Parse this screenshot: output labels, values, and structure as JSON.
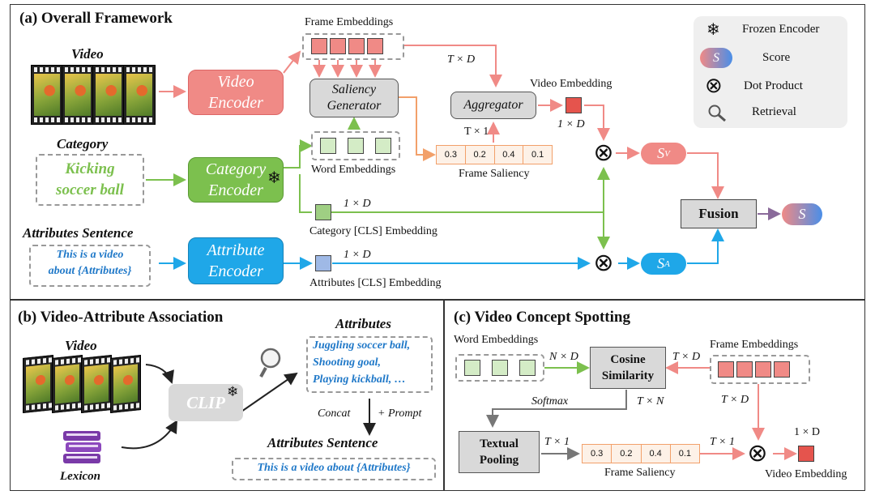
{
  "panels": {
    "a_title": "(a) Overall Framework",
    "b_title": "(b) Video-Attribute Association",
    "c_title": "(c) Video Concept Spotting"
  },
  "a": {
    "video_label": "Video",
    "category_label": "Category",
    "category_text_1": "Kicking",
    "category_text_2": "soccer ball",
    "attr_sentence_label": "Attributes Sentence",
    "attr_text_1": "This is a video",
    "attr_text_2": "about {Attributes}",
    "video_encoder_1": "Video",
    "video_encoder_2": "Encoder",
    "category_encoder_1": "Category",
    "category_encoder_2": "Encoder",
    "attribute_encoder_1": "Attribute",
    "attribute_encoder_2": "Encoder",
    "frame_embeddings": "Frame Embeddings",
    "saliency_generator_1": "Saliency",
    "saliency_generator_2": "Generator",
    "word_embeddings": "Word Embeddings",
    "aggregator": "Aggregator",
    "video_embedding": "Video Embedding",
    "dim_TxD": "T × D",
    "dim_Tx1": "T × 1",
    "dim_1xD_video": "1 × D",
    "dim_1xD_cat": "1 × D",
    "dim_1xD_attr": "1 × D",
    "frame_saliency": "Frame Saliency",
    "saliency_values": [
      "0.3",
      "0.2",
      "0.4",
      "0.1"
    ],
    "category_cls": "Category [CLS] Embedding",
    "attributes_cls": "Attributes [CLS] Embedding",
    "sv": "S",
    "sv_sub": "V",
    "sa": "S",
    "sa_sub": "A",
    "fusion": "Fusion",
    "s_out": "S"
  },
  "legend": {
    "frozen": "Frozen Encoder",
    "score_symbol": "S",
    "score": "Score",
    "dot": "Dot Product",
    "retrieval": "Retrieval"
  },
  "b": {
    "video_label": "Video",
    "lexicon_label": "Lexicon",
    "clip": "CLIP",
    "attributes_title": "Attributes",
    "attr_line_1": "Juggling soccer ball,",
    "attr_line_2": "Shooting goal,",
    "attr_line_3": "Playing kickball, …",
    "concat": "Concat",
    "prompt": "+ Prompt",
    "attr_sentence_title": "Attributes Sentence",
    "attr_sentence_text": "This is a video about {Attributes}"
  },
  "c": {
    "word_embeddings": "Word Embeddings",
    "frame_embeddings": "Frame Embeddings",
    "cosine_1": "Cosine",
    "cosine_2": "Similarity",
    "dim_NxD": "N × D",
    "dim_TxD_1": "T × D",
    "dim_TxD_2": "T × D",
    "softmax": "Softmax",
    "dim_TxN": "T × N",
    "textual_1": "Textual",
    "textual_2": "Pooling",
    "dim_Tx1_a": "T × 1",
    "dim_Tx1_b": "T × 1",
    "saliency_values": [
      "0.3",
      "0.2",
      "0.4",
      "0.1"
    ],
    "frame_saliency": "Frame Saliency",
    "dim_1xD": "1 × D",
    "video_embedding": "Video Embedding"
  },
  "colors": {
    "video": "#f08a86",
    "category": "#7cc04e",
    "attribute": "#1fa7e8",
    "saliency": "#f2a06a",
    "frozen": "#333333"
  }
}
